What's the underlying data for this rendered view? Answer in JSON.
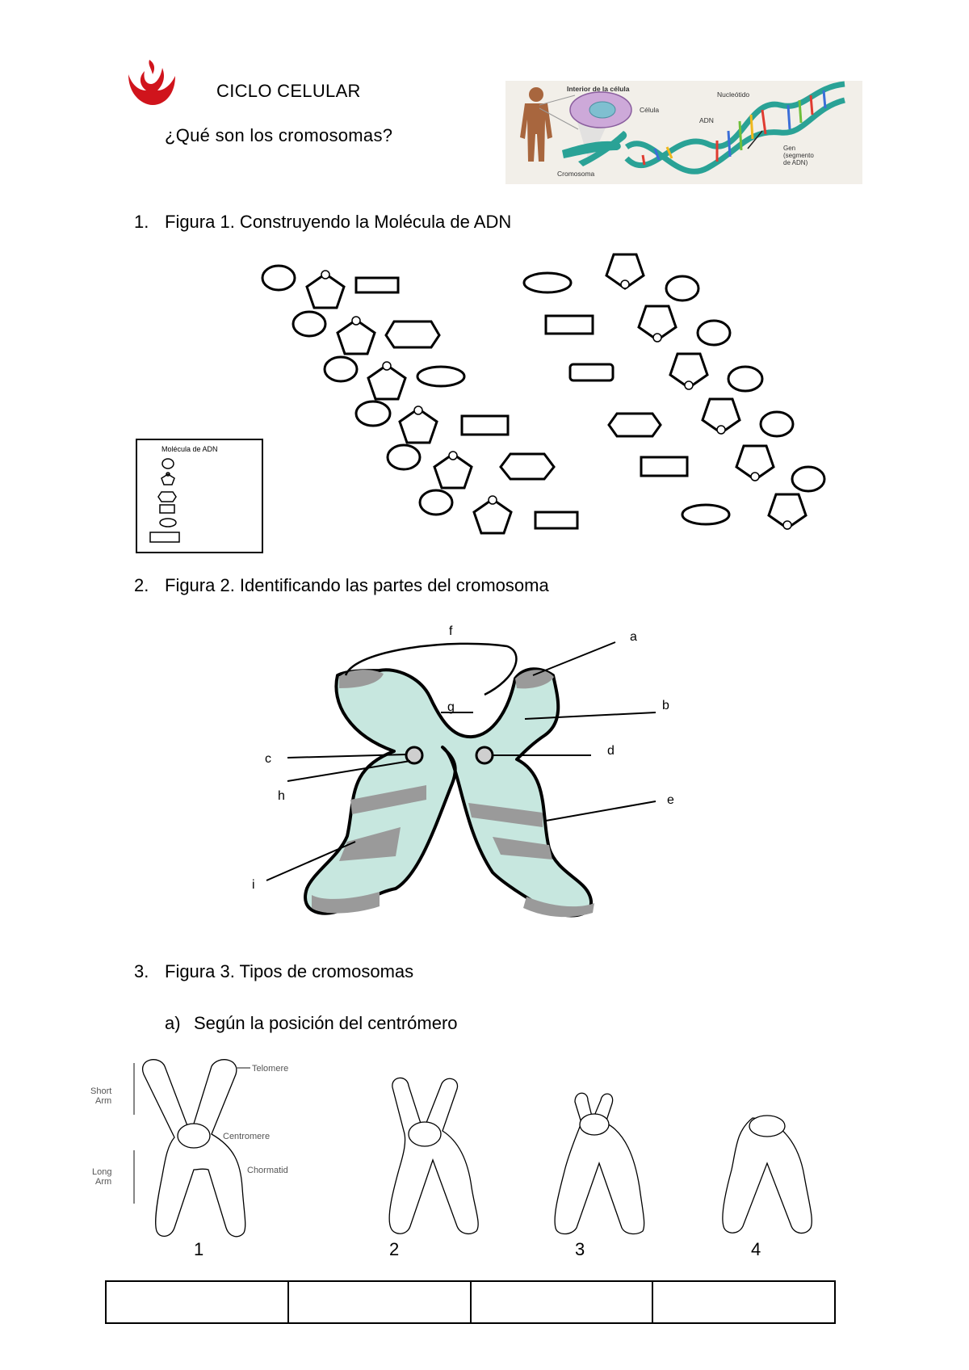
{
  "header": {
    "title": "CICLO CELULAR",
    "question": "¿Qué son los cromosomas?",
    "illustration": {
      "interior_label": "Interior de la célula",
      "cell_label": "Célula",
      "nucleotide_label": "Nucleótido",
      "dna_label": "ADN",
      "gene_label_lines": [
        "Gen",
        "(segmento",
        "de ADN)"
      ],
      "chromosome_label": "Cromosoma"
    }
  },
  "sections": [
    {
      "number": "1.",
      "title": "Figura 1. Construyendo la Molécula de ADN"
    },
    {
      "number": "2.",
      "title": "Figura 2. Identificando las partes del cromosoma"
    },
    {
      "number": "3.",
      "title": "Figura 3. Tipos de cromosomas"
    }
  ],
  "figure1": {
    "legend_title": "Molécula de ADN"
  },
  "figure2": {
    "labels": [
      "f",
      "a",
      "g",
      "b",
      "c",
      "d",
      "h",
      "e",
      "i"
    ]
  },
  "figure3": {
    "subsection": {
      "letter": "a)",
      "title": "Según la posición del centrómero"
    },
    "diagram_labels": {
      "telomere": "Telomere",
      "short_arm_lines": [
        "Short",
        "Arm"
      ],
      "centromere": "Centromere",
      "long_arm_lines": [
        "Long",
        "Arm"
      ],
      "chromatid": "Chormatid"
    },
    "numbers": [
      "1",
      "2",
      "3",
      "4"
    ],
    "answer_cells": [
      "",
      "",
      "",
      ""
    ]
  },
  "colors": {
    "logo_red": "#d0141c",
    "chromosome_fill": "#c7e7df",
    "chromosome_band": "#9a9a9a",
    "dna_teal": "#2aa296",
    "person_brown": "#a8663e"
  }
}
